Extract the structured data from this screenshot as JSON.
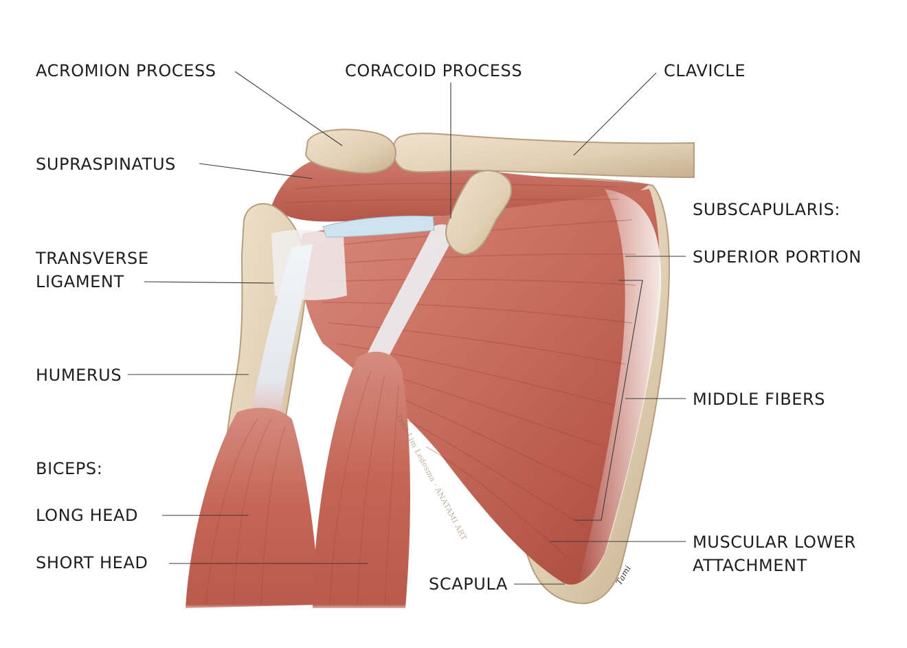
{
  "labels": {
    "acromion": "ACROMION PROCESS",
    "coracoid": "CORACOID PROCESS",
    "clavicle": "CLAVICLE",
    "supraspinatus": "SUPRASPINATUS",
    "subscapularis": "SUBSCAPULARIS:",
    "superior_portion": "SUPERIOR PORTION",
    "transverse_1": "TRANSVERSE",
    "transverse_2": "LIGAMENT",
    "humerus": "HUMERUS",
    "middle_fibers": "MIDDLE FIBERS",
    "biceps": "BICEPS:",
    "long_head": "LONG HEAD",
    "short_head": "SHORT HEAD",
    "muscular_1": "MUSCULAR LOWER",
    "muscular_2": "ATTACHMENT",
    "scapula": "SCAPULA"
  },
  "watermark": "Tami Lim Ledesma · ANATAMI ART",
  "signature": "Tami",
  "colors": {
    "muscle": "#c56a5c",
    "muscle_dark": "#a9483d",
    "muscle_light": "#dc9488",
    "bone": "#e6d6bf",
    "bone_shadow": "#bca588",
    "tendon": "#eef0f4",
    "leader_line": "#3a3a3a"
  }
}
